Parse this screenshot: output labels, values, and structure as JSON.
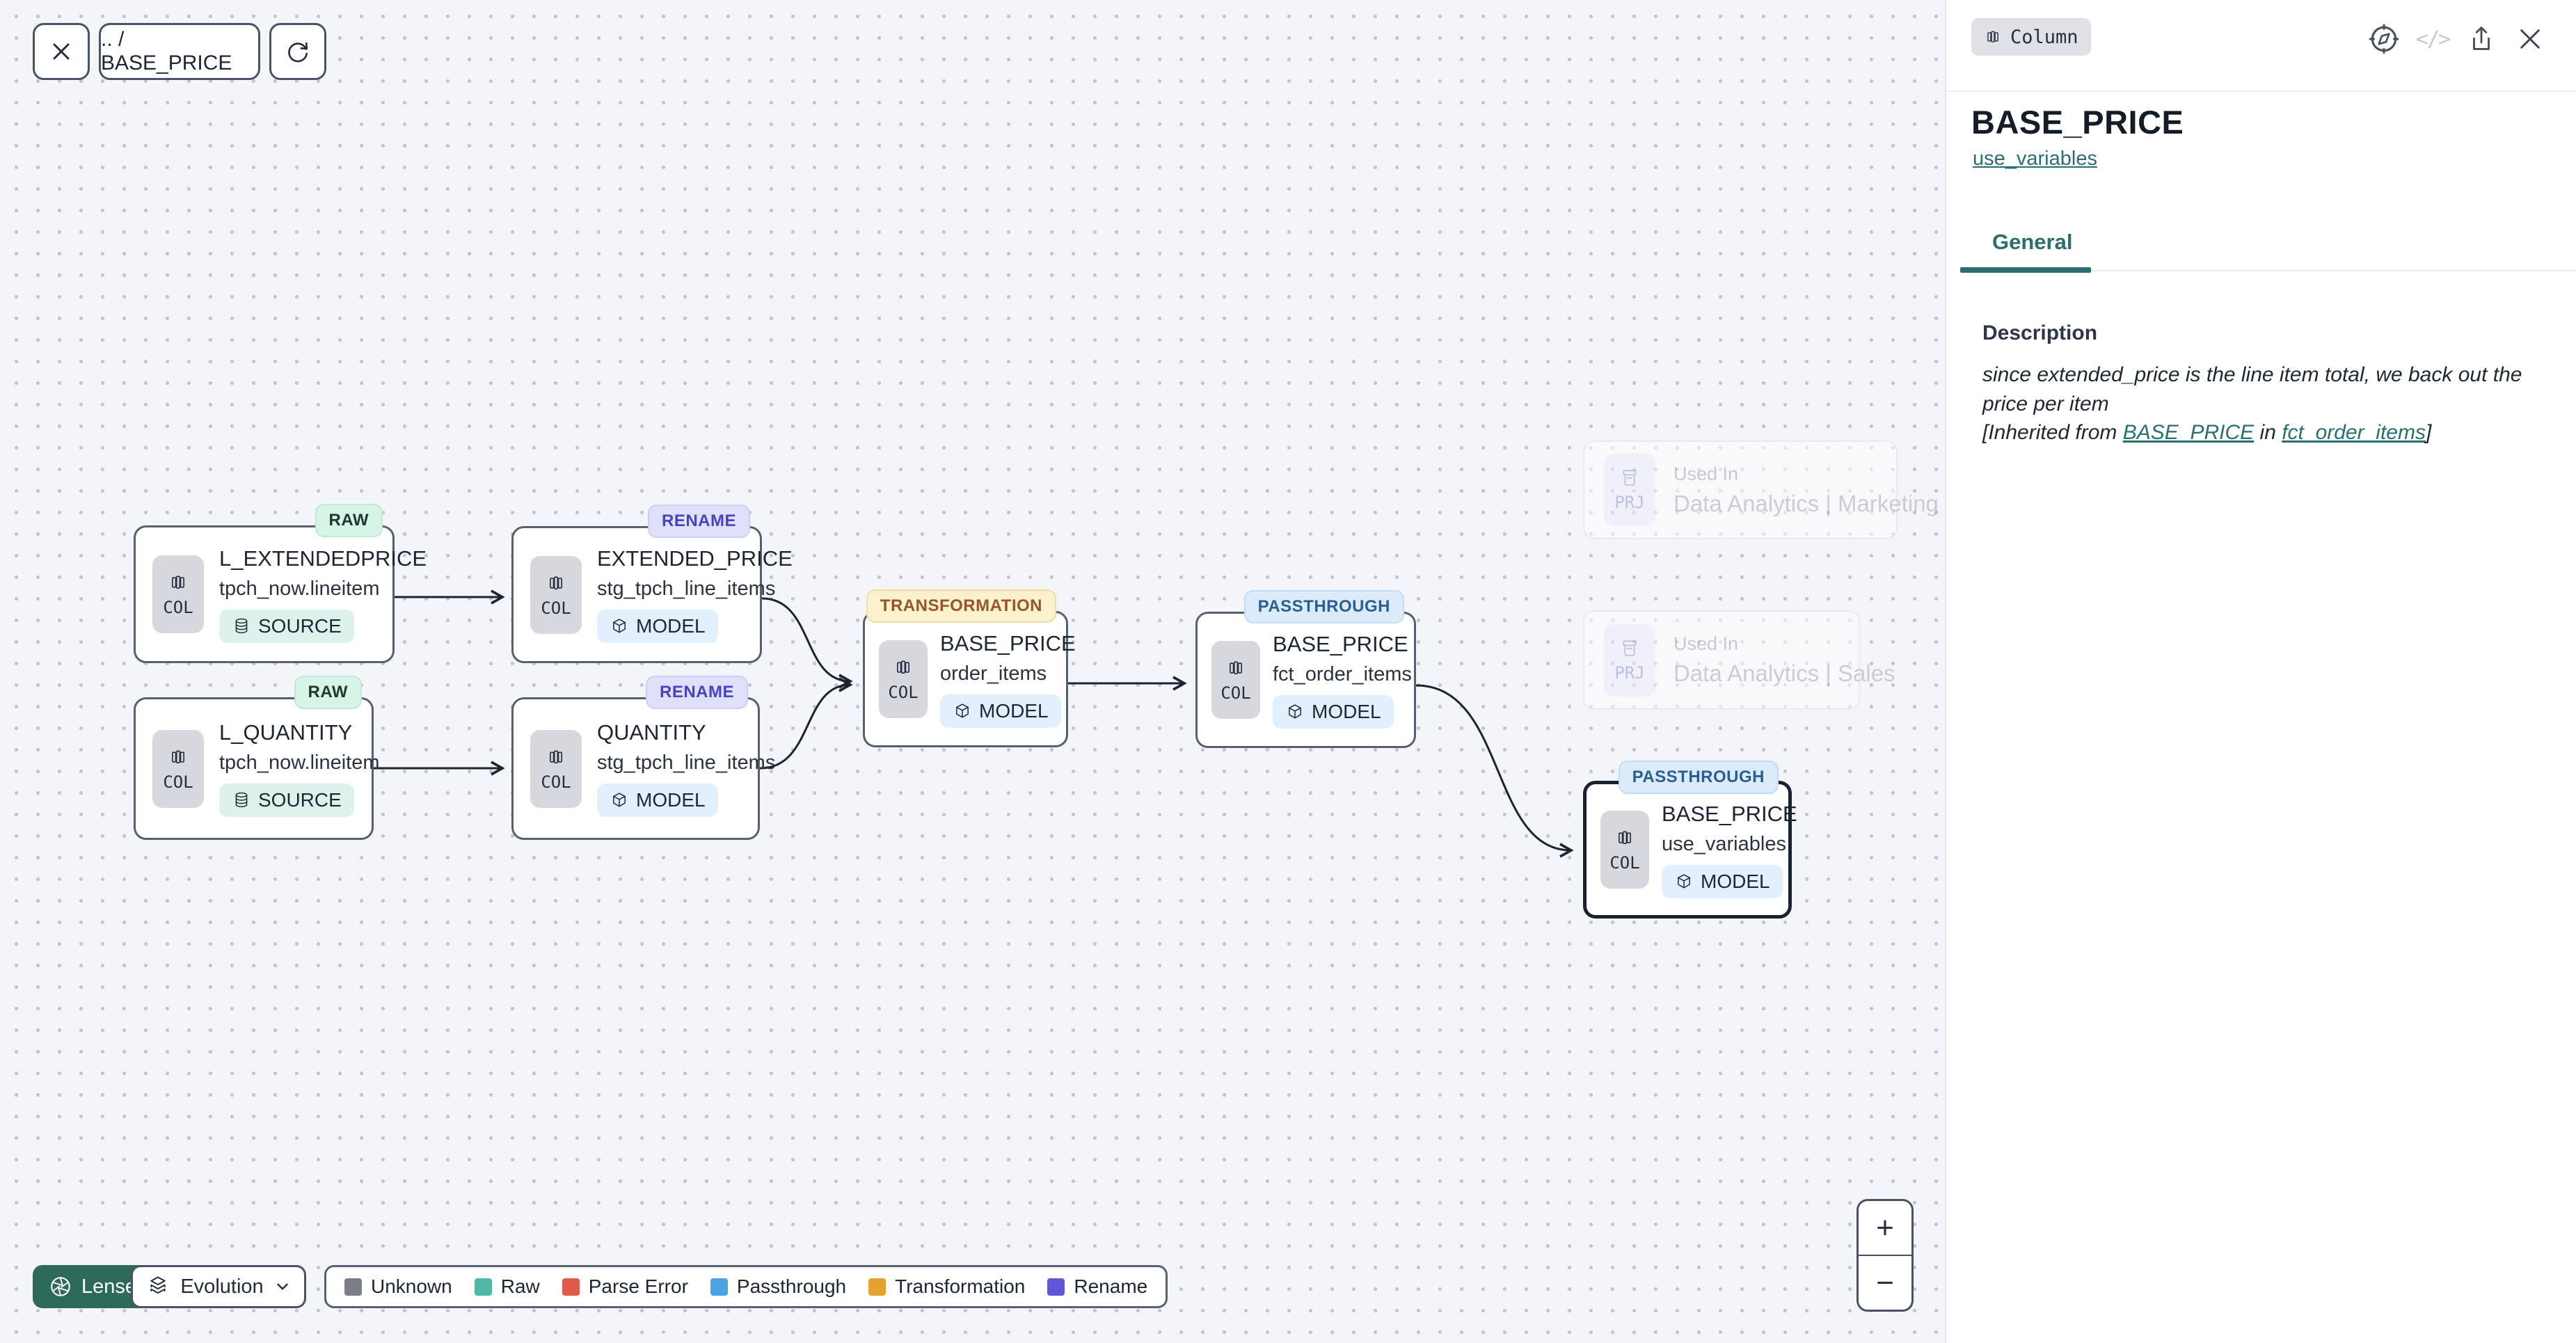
{
  "toolbar": {
    "breadcrumb": ".. / BASE_PRICE",
    "close_icon": "close-icon",
    "refresh_icon": "refresh-icon"
  },
  "panel": {
    "type_badge": "Column",
    "title": "BASE_PRICE",
    "subtitle_link": "use_variables",
    "tab": "General",
    "description": {
      "heading": "Description",
      "body": "since extended_price is the line item total, we back out the price per item",
      "inherited_prefix": "[Inherited from ",
      "inherited_link1": "BASE_PRICE",
      "inherited_middle": " in ",
      "inherited_link2": "fct_order_items",
      "inherited_suffix": "]"
    },
    "action_icons": [
      "compass-icon",
      "code-icon",
      "share-icon",
      "close-icon"
    ],
    "code_glyph": "</>"
  },
  "nodes": [
    {
      "badge": "RAW",
      "chip": "COL",
      "title": "L_EXTENDEDPRICE",
      "subtitle": "tpch_now.lineitem",
      "kind": "SOURCE"
    },
    {
      "badge": "RAW",
      "chip": "COL",
      "title": "L_QUANTITY",
      "subtitle": "tpch_now.lineitem",
      "kind": "SOURCE"
    },
    {
      "badge": "RENAME",
      "chip": "COL",
      "title": "EXTENDED_PRICE",
      "subtitle": "stg_tpch_line_items",
      "kind": "MODEL"
    },
    {
      "badge": "RENAME",
      "chip": "COL",
      "title": "QUANTITY",
      "subtitle": "stg_tpch_line_items",
      "kind": "MODEL"
    },
    {
      "badge": "TRANSFORMATION",
      "chip": "COL",
      "title": "BASE_PRICE",
      "subtitle": "order_items",
      "kind": "MODEL"
    },
    {
      "badge": "PASSTHROUGH",
      "chip": "COL",
      "title": "BASE_PRICE",
      "subtitle": "fct_order_items",
      "kind": "MODEL"
    },
    {
      "badge": "PASSTHROUGH",
      "chip": "COL",
      "title": "BASE_PRICE",
      "subtitle": "use_variables",
      "kind": "MODEL"
    }
  ],
  "ghosts": [
    {
      "chip": "PRJ",
      "label": "Used In",
      "title": "Data Analytics | Marketing"
    },
    {
      "chip": "PRJ",
      "label": "Used In",
      "title": "Data Analytics | Sales"
    }
  ],
  "lenses": {
    "label": "Lenses",
    "selected": "Evolution"
  },
  "legend": [
    {
      "label": "Unknown",
      "color": "#7b7e84"
    },
    {
      "label": "Raw",
      "color": "#4fb8a4"
    },
    {
      "label": "Parse Error",
      "color": "#e05a49"
    },
    {
      "label": "Passthrough",
      "color": "#4aa3e2"
    },
    {
      "label": "Transformation",
      "color": "#e4a22f"
    },
    {
      "label": "Rename",
      "color": "#6355d8"
    }
  ],
  "zoom": {
    "in": "+",
    "out": "−"
  }
}
